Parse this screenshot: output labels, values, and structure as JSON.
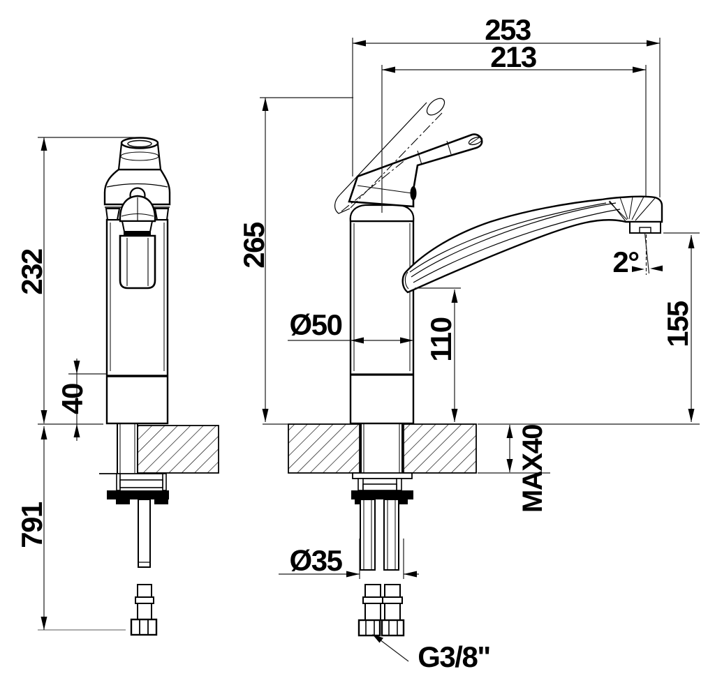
{
  "drawing": {
    "title": "single-lever-sink-mixer-dimension-drawing",
    "background": "#ffffff",
    "line_color": "#000000",
    "dims": {
      "overall_reach": "253",
      "spout_center_reach": "213",
      "front_height": "232",
      "max_height": "265",
      "base_band_height": "40",
      "hose_length": "791",
      "body_diameter": "Ø50",
      "spout_underside_height": "110",
      "outlet_height": "155",
      "outlet_angle": "2°",
      "max_counter_thickness": "MAX40",
      "hole_diameter": "Ø35",
      "connection_thread": "G3/8\""
    }
  }
}
